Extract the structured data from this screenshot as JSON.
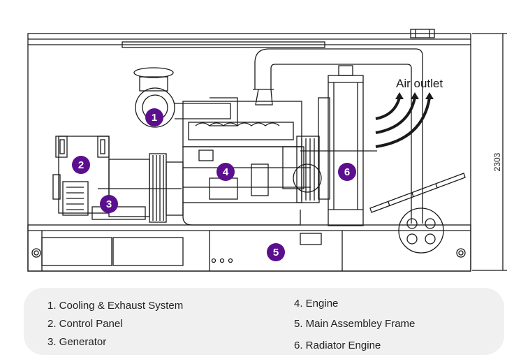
{
  "diagram": {
    "dimension_label": "2303",
    "air_outlet_label": "Air outlet",
    "accent_color": "#5b0f8f",
    "line_color": "#1a1a1a",
    "markers": [
      {
        "number": "1",
        "label": "Cooling & Exhaust System"
      },
      {
        "number": "2",
        "label": "Control Panel"
      },
      {
        "number": "3",
        "label": "Generator"
      },
      {
        "number": "4",
        "label": "Engine"
      },
      {
        "number": "5",
        "label": "Main Assembley Frame"
      },
      {
        "number": "6",
        "label": "Radiator Engine"
      }
    ]
  },
  "legend": {
    "background_color": "#f0f0f0",
    "items": [
      "1. Cooling & Exhaust System",
      "2. Control Panel",
      "3. Generator",
      "4. Engine",
      "5. Main Assembley Frame",
      "6. Radiator Engine"
    ]
  }
}
